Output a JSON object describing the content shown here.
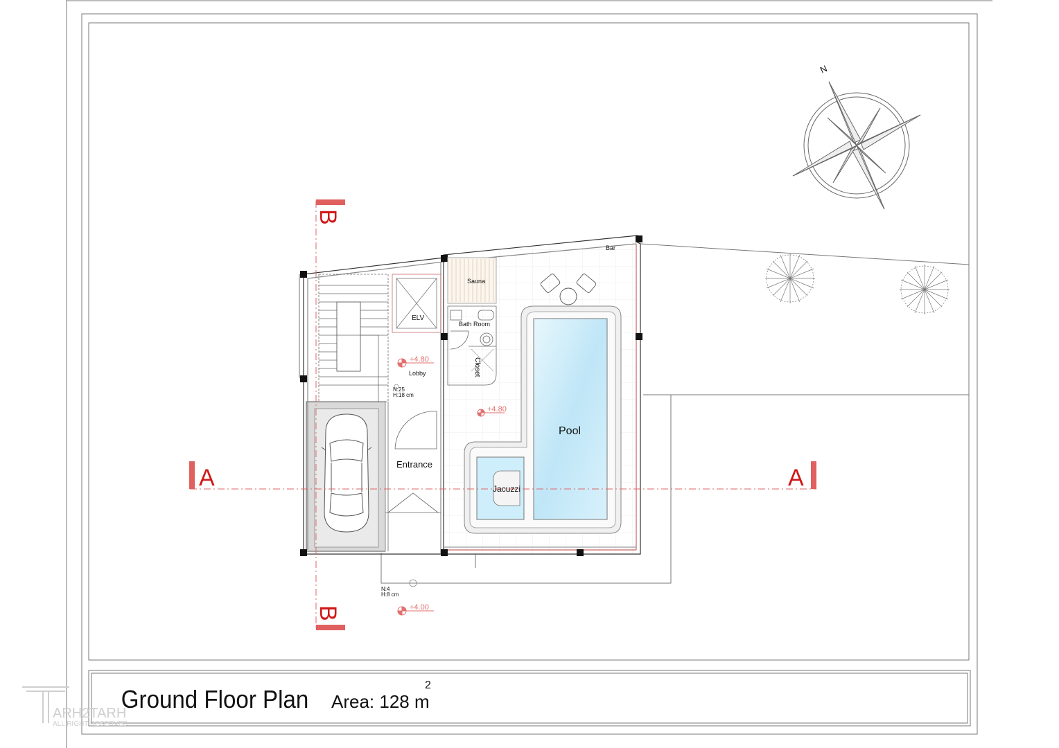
{
  "title": {
    "plan_name": "Ground Floor Plan",
    "area_label": "Area: 128 m",
    "area_superscript": "2"
  },
  "sections": {
    "a_left": "A",
    "a_right": "A",
    "b_top": "B",
    "b_bottom": "B"
  },
  "rooms": {
    "bar": "Bar",
    "sauna": "Sauna",
    "elevator": "ELV",
    "bath_room": "Bath Room",
    "closet": "Closet",
    "lobby": "Lobby",
    "entrance": "Entrance",
    "pool": "Pool",
    "jacuzzi": "Jacuzzi"
  },
  "levels": {
    "lobby": "+4.80",
    "terrace": "+4.80",
    "outside": "+4.00"
  },
  "stair_notes": {
    "main_n": "N:25",
    "main_h": "H:18 cm",
    "entry_n": "N:4",
    "entry_h": "H:8 cm"
  },
  "compass": {
    "north": "N"
  },
  "watermark": {
    "brand": "ARH2TARH",
    "rights": "ALL RIGHT RESERVED"
  },
  "colors": {
    "section_red": "#d01818",
    "pool_water": "#bfe6f7",
    "level_marker": "#e07070",
    "line": "#555555"
  }
}
